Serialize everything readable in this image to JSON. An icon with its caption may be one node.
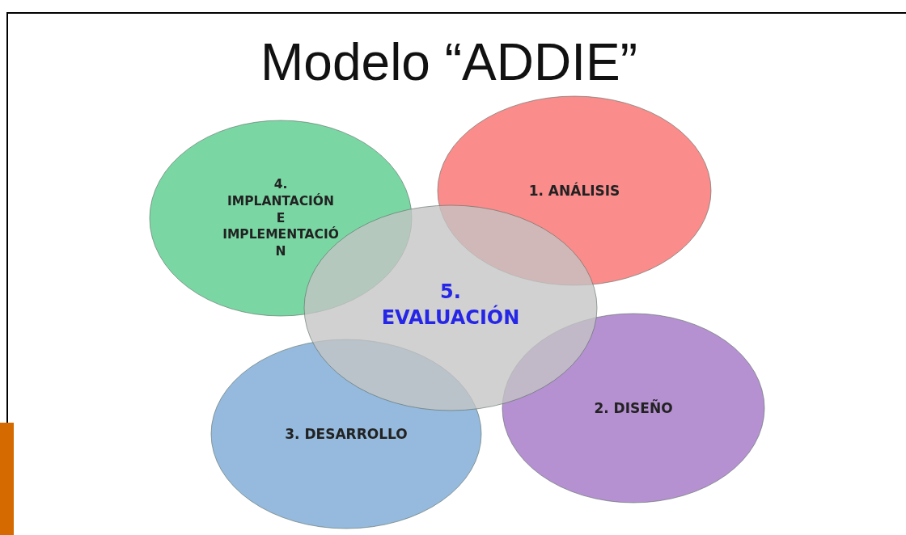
{
  "diagram": {
    "title": "Modelo “ADDIE”",
    "nodes": [
      {
        "text": [
          "1. ANÁLISIS"
        ]
      },
      {
        "text": [
          "2. DISEÑO"
        ]
      },
      {
        "text": [
          "3. DESARROLLO"
        ]
      },
      {
        "text": [
          "4. IMPLANTACIÓN E IMPLEMENTACIÓN"
        ]
      },
      {
        "text": [
          "5. EVALUACIÓN"
        ]
      }
    ]
  }
}
